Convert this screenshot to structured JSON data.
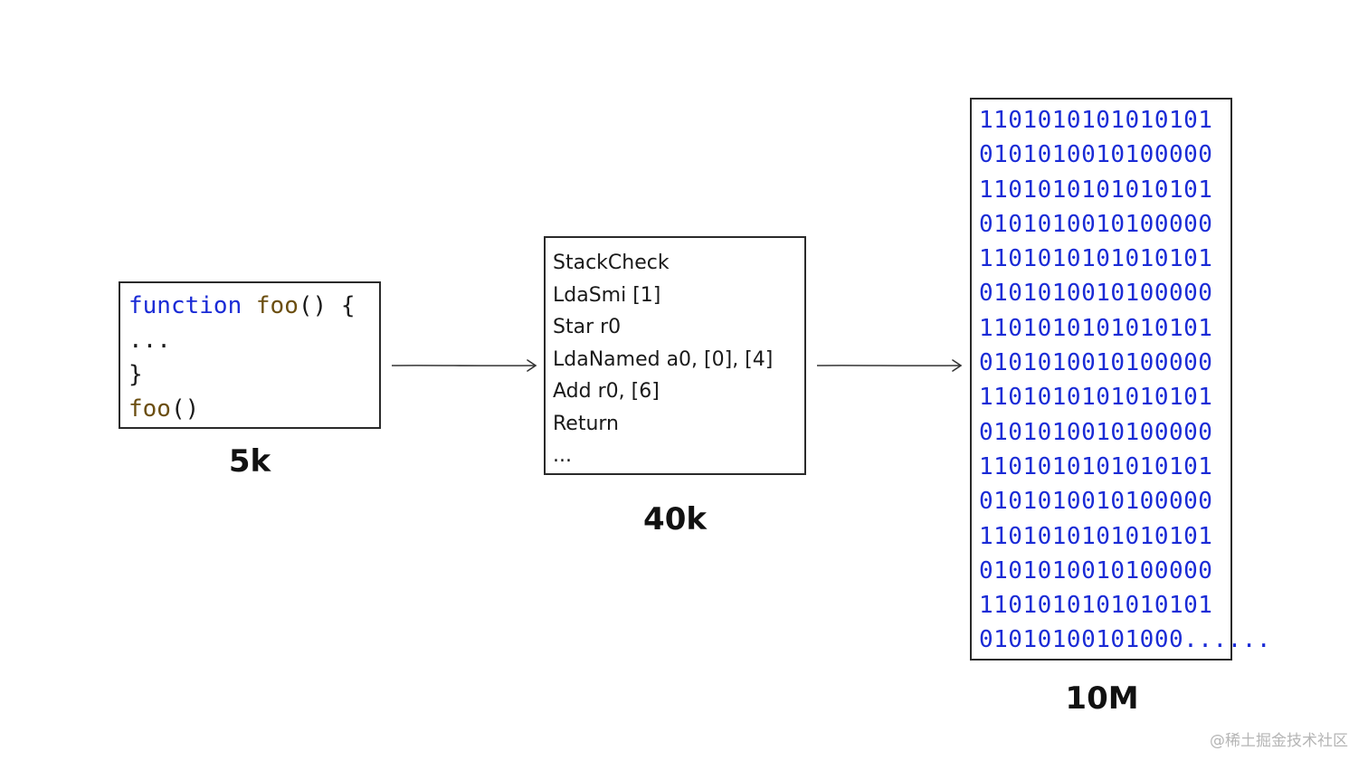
{
  "source": {
    "lines": [
      {
        "kw": "function",
        "fn": "foo",
        "rest": "() {"
      },
      {
        "text": "..."
      },
      {
        "text": "}"
      },
      {
        "fn": "foo",
        "rest": "()"
      }
    ],
    "size_label": "5k"
  },
  "bytecode": {
    "lines": [
      "StackCheck",
      "LdaSmi [1]",
      "Star r0",
      "LdaNamed a0, [0], [4]",
      "Add r0, [6]",
      "Return",
      "..."
    ],
    "size_label": "40k"
  },
  "machine_code": {
    "lines": [
      "1101010101010101",
      "0101010010100000",
      "1101010101010101",
      "0101010010100000",
      "1101010101010101",
      "0101010010100000",
      "1101010101010101",
      "0101010010100000",
      "1101010101010101",
      "0101010010100000",
      "1101010101010101",
      "0101010010100000",
      "1101010101010101",
      "0101010010100000",
      "1101010101010101",
      "01010100101000......"
    ],
    "size_label": "10M"
  },
  "colors": {
    "keyword": "#1a2bd6",
    "function_name": "#6b4e10",
    "binary": "#1a2bd6",
    "border": "#2a2a2a"
  },
  "watermark": "@稀土掘金技术社区"
}
